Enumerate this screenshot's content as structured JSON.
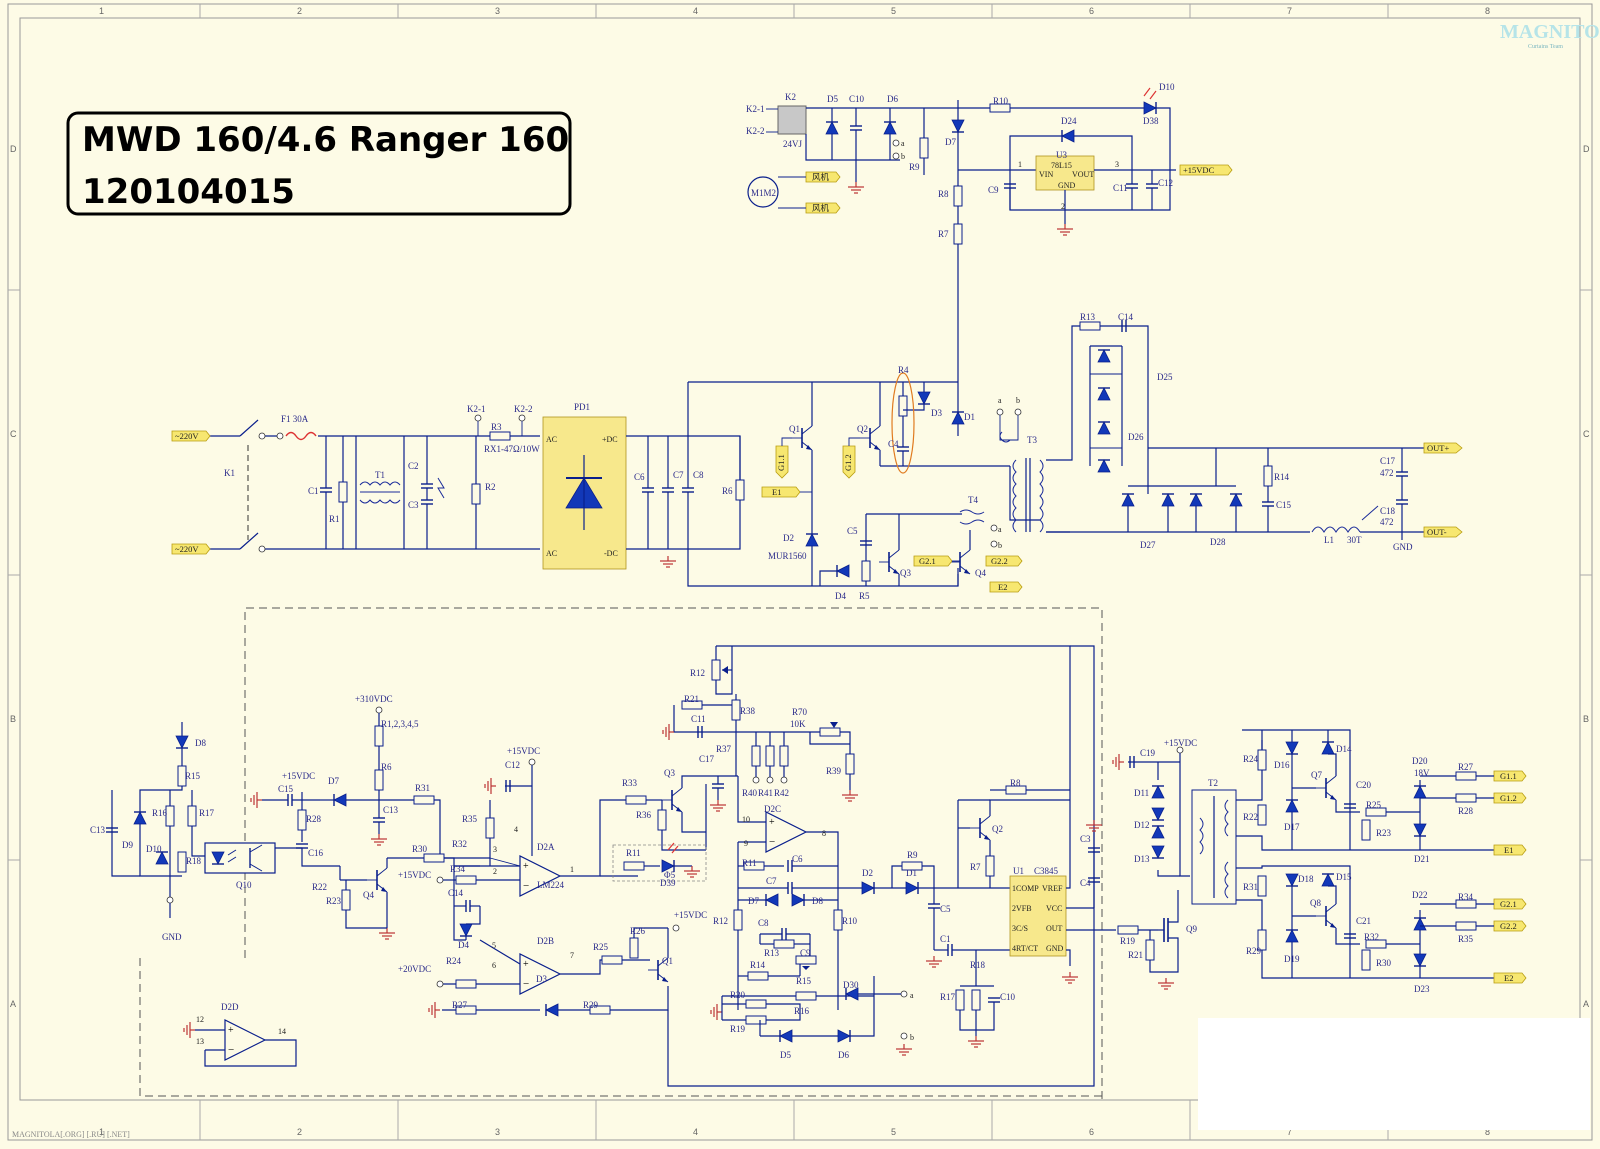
{
  "title": {
    "line1": "MWD 160/4.6 Ranger 160",
    "line2": "120104015"
  },
  "grid_cols": [
    "1",
    "2",
    "3",
    "4",
    "5",
    "6",
    "7",
    "8"
  ],
  "grid_rows": [
    "D",
    "C",
    "B",
    "A"
  ],
  "watermark": {
    "logo": "MAGNITOLA",
    "team": "Curtains Team",
    "footer": "MAGNITOLA[.ORG] [.RU] [.NET]"
  },
  "power": {
    "ac_in_top": "~220V",
    "ac_in_bot": "~220V",
    "switch": "K1",
    "fuse": "F1 30A",
    "c1": "C1",
    "r1": "R1",
    "t1": "T1",
    "c2": "C2",
    "c3": "C3",
    "r2": "R2",
    "k21": "K2-1",
    "k22": "K2-2",
    "r3": "R3",
    "r3_val": "RX1-47Ω/10W",
    "pd1": "PD1",
    "pd_ac_top": "AC",
    "pd_ac_bot": "AC",
    "pd_pdc": "+DC",
    "pd_mdc": "-DC",
    "c6": "C6",
    "c7": "C7",
    "c8": "C8",
    "r6": "R6"
  },
  "inverter": {
    "q1": "Q1",
    "q2": "Q2",
    "q3": "Q3",
    "q4": "Q4",
    "g11": "G1.1",
    "g12": "G1.2",
    "g21": "G2.1",
    "g22": "G2.2",
    "e1": "E1",
    "e2": "E2",
    "r4": "R4",
    "d3": "D3",
    "d1": "D1",
    "c4": "C4",
    "d2": "D2",
    "d2_val": "MUR1560",
    "d4": "D4",
    "r5": "R5",
    "c5": "C5",
    "t4": "T4",
    "t4a": "a",
    "t4b": "b",
    "t3": "T3",
    "t3a": "a",
    "t3b": "b"
  },
  "aux": {
    "k2": "K2",
    "k2_1": "K2-1",
    "k2_2": "K2-2",
    "k2_val": "24VJ",
    "d5": "D5",
    "c10": "C10",
    "d6": "D6",
    "a": "a",
    "b": "b",
    "fan1": "风机",
    "fan2": "风机",
    "m": "M1M2",
    "r9": "R9",
    "d7": "D7",
    "r8": "R8",
    "r7": "R7",
    "r10": "R10",
    "d10": "D10",
    "d38": "D38",
    "d24": "D24",
    "u3": "U3",
    "u3_val": "78L15",
    "vin": "VIN",
    "vout": "VOUT",
    "gnd": "GND",
    "p1": "1",
    "p2": "2",
    "p3": "3",
    "c9": "C9",
    "c11": "C11",
    "c12": "C12",
    "out15": "+15VDC"
  },
  "output": {
    "r13": "R13",
    "c14": "C14",
    "d25": "D25",
    "d26": "D26",
    "d27": "D27",
    "d28": "D28",
    "r14": "R14",
    "c15": "C15",
    "l1": "L1",
    "l1_val": "30T",
    "c17": "C17",
    "c17_val": "472",
    "c18": "C18",
    "c18_val": "472",
    "outp": "OUT+",
    "outm": "OUT-",
    "gnd": "GND"
  },
  "control": {
    "d8": "D8",
    "r15": "R15",
    "r16": "R16",
    "r17": "R17",
    "r18": "R18",
    "c13a": "C13",
    "d9": "D9",
    "d10": "D10",
    "gnd": "GND",
    "q10": "Q10",
    "p15a": "+15VDC",
    "c15": "C15",
    "d7": "D7",
    "r28": "R28",
    "c16": "C16",
    "r22": "R22",
    "r23": "R23",
    "q4": "Q4",
    "p310": "+310VDC",
    "r1_5": "R1,2,3,4,5",
    "r6": "R6",
    "c13": "C13",
    "r31": "R31",
    "r30": "R30",
    "r32": "R32",
    "r34": "R34",
    "p15b": "+15VDC",
    "c14": "C14",
    "d4": "D4",
    "r35": "R35",
    "c12": "C12",
    "p15c": "+15VDC",
    "d2a": "D2A",
    "lm": "LM224",
    "d2b": "D2B",
    "d2d": "D2D",
    "n3": "3",
    "n2": "2",
    "n1": "1",
    "n4": "4",
    "n5": "5",
    "n6": "6",
    "n7": "7",
    "n12": "12",
    "n13": "13",
    "n14": "14",
    "r24": "R24",
    "p20": "+20VDC",
    "r27": "R27",
    "d3": "D3",
    "r29": "R29",
    "r25": "R25",
    "r26": "R26",
    "q1": "Q1",
    "p15d": "+15VDC",
    "r33": "R33",
    "q3": "Q3",
    "r36": "R36",
    "r11": "R11",
    "d39": "D39",
    "phi": "Φ5",
    "r12": "R12",
    "r21": "R21",
    "c11": "C11",
    "r38": "R38",
    "r70": "R70",
    "r70_val": "10K",
    "c17": "C17",
    "r37": "R37",
    "r40": "R40",
    "r41": "R41",
    "r42": "R42",
    "r39": "R39",
    "d2c": "D2C",
    "n10": "10",
    "n9": "9",
    "n8": "8",
    "r11b": "R11",
    "c6": "C6",
    "c7": "C7",
    "d7b": "D7",
    "d8b": "D8",
    "c8": "C8",
    "r12b": "R12",
    "r13": "R13",
    "c9": "C9",
    "r14": "R14",
    "r10": "R10",
    "r20": "R20",
    "r19": "R19",
    "d5": "D5",
    "d6": "D6",
    "d30": "D30",
    "a": "a",
    "b": "b",
    "d2": "D2",
    "r9": "R9",
    "d1": "D1",
    "c5": "C5",
    "c1": "C1",
    "c10": "C10",
    "r8": "R8",
    "q2": "Q2",
    "r7": "R7",
    "u1": "U1",
    "u1_val": "C3845",
    "comp": "1COMP",
    "vfb": "2VFB",
    "cs": "3C/S",
    "rtct": "4RT/CT",
    "vref": "VREF",
    "vcc": "VCC",
    "out": "OUT",
    "gndp": "GND",
    "c3": "C3",
    "c4": "C4",
    "r19b": "R19",
    "r21b": "R21",
    "q9": "Q9"
  },
  "driver": {
    "p15": "+15VDC",
    "c19": "C19",
    "d11": "D11",
    "d12": "D12",
    "d13": "D13",
    "t2": "T2",
    "r24": "R24",
    "d16": "D16",
    "d14": "D14",
    "q7": "Q7",
    "c20": "C20",
    "r22": "R22",
    "d17": "D17",
    "r25": "R25",
    "r23": "R23",
    "d20": "D20",
    "d20_val": "18V",
    "d21": "D21",
    "r27": "R27",
    "r28": "R28",
    "g11": "G1.1",
    "g12": "G1.2",
    "e1": "E1",
    "r31": "R31",
    "d18": "D18",
    "d15": "D15",
    "q8": "Q8",
    "c21": "C21",
    "r29": "R29",
    "d19": "D19",
    "r32": "R32",
    "r30": "R30",
    "d22": "D22",
    "d23": "D23",
    "r34": "R34",
    "r35": "R35",
    "g21": "G2.1",
    "g22": "G2.2",
    "e2": "E2"
  }
}
